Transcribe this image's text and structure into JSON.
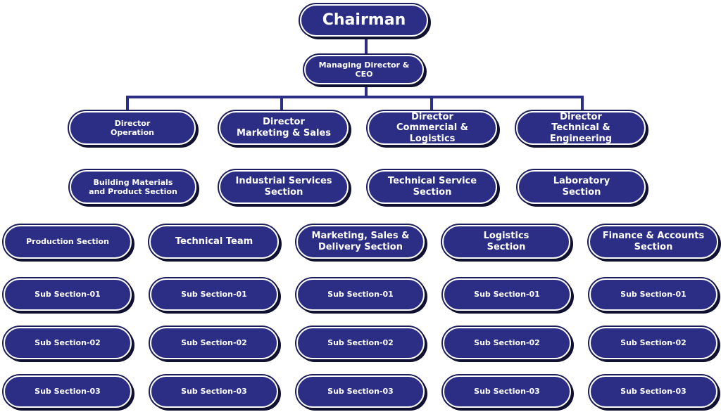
{
  "colors": {
    "box_fill": "#2c2e86",
    "box_border": "#ffffff",
    "box_shadow": "#101030",
    "text": "#ffffff",
    "connector": "#2c2e86"
  },
  "chart": {
    "chairman": "Chairman",
    "ceo": "Managing Director & CEO",
    "directors": [
      "Director\nOperation",
      "Director\nMarketing & Sales",
      "Director\nCommercial & Logistics",
      "Director\nTechnical & Engineering"
    ],
    "director_sections": [
      "Building Materials\nand Product Section",
      "Industrial Services\nSection",
      "Technical Service\nSection",
      "Laboratory\nSection"
    ],
    "sections": [
      "Production Section",
      "Technical Team",
      "Marketing, Sales &\nDelivery Section",
      "Logistics\nSection",
      "Finance & Accounts\nSection"
    ],
    "sub_sections_row1": [
      "Sub Section-01",
      "Sub Section-01",
      "Sub Section-01",
      "Sub Section-01",
      "Sub Section-01"
    ],
    "sub_sections_row2": [
      "Sub Section-02",
      "Sub Section-02",
      "Sub Section-02",
      "Sub Section-02",
      "Sub Section-02"
    ],
    "sub_sections_row3": [
      "Sub Section-03",
      "Sub Section-03",
      "Sub Section-03",
      "Sub Section-03",
      "Sub Section-03"
    ]
  }
}
